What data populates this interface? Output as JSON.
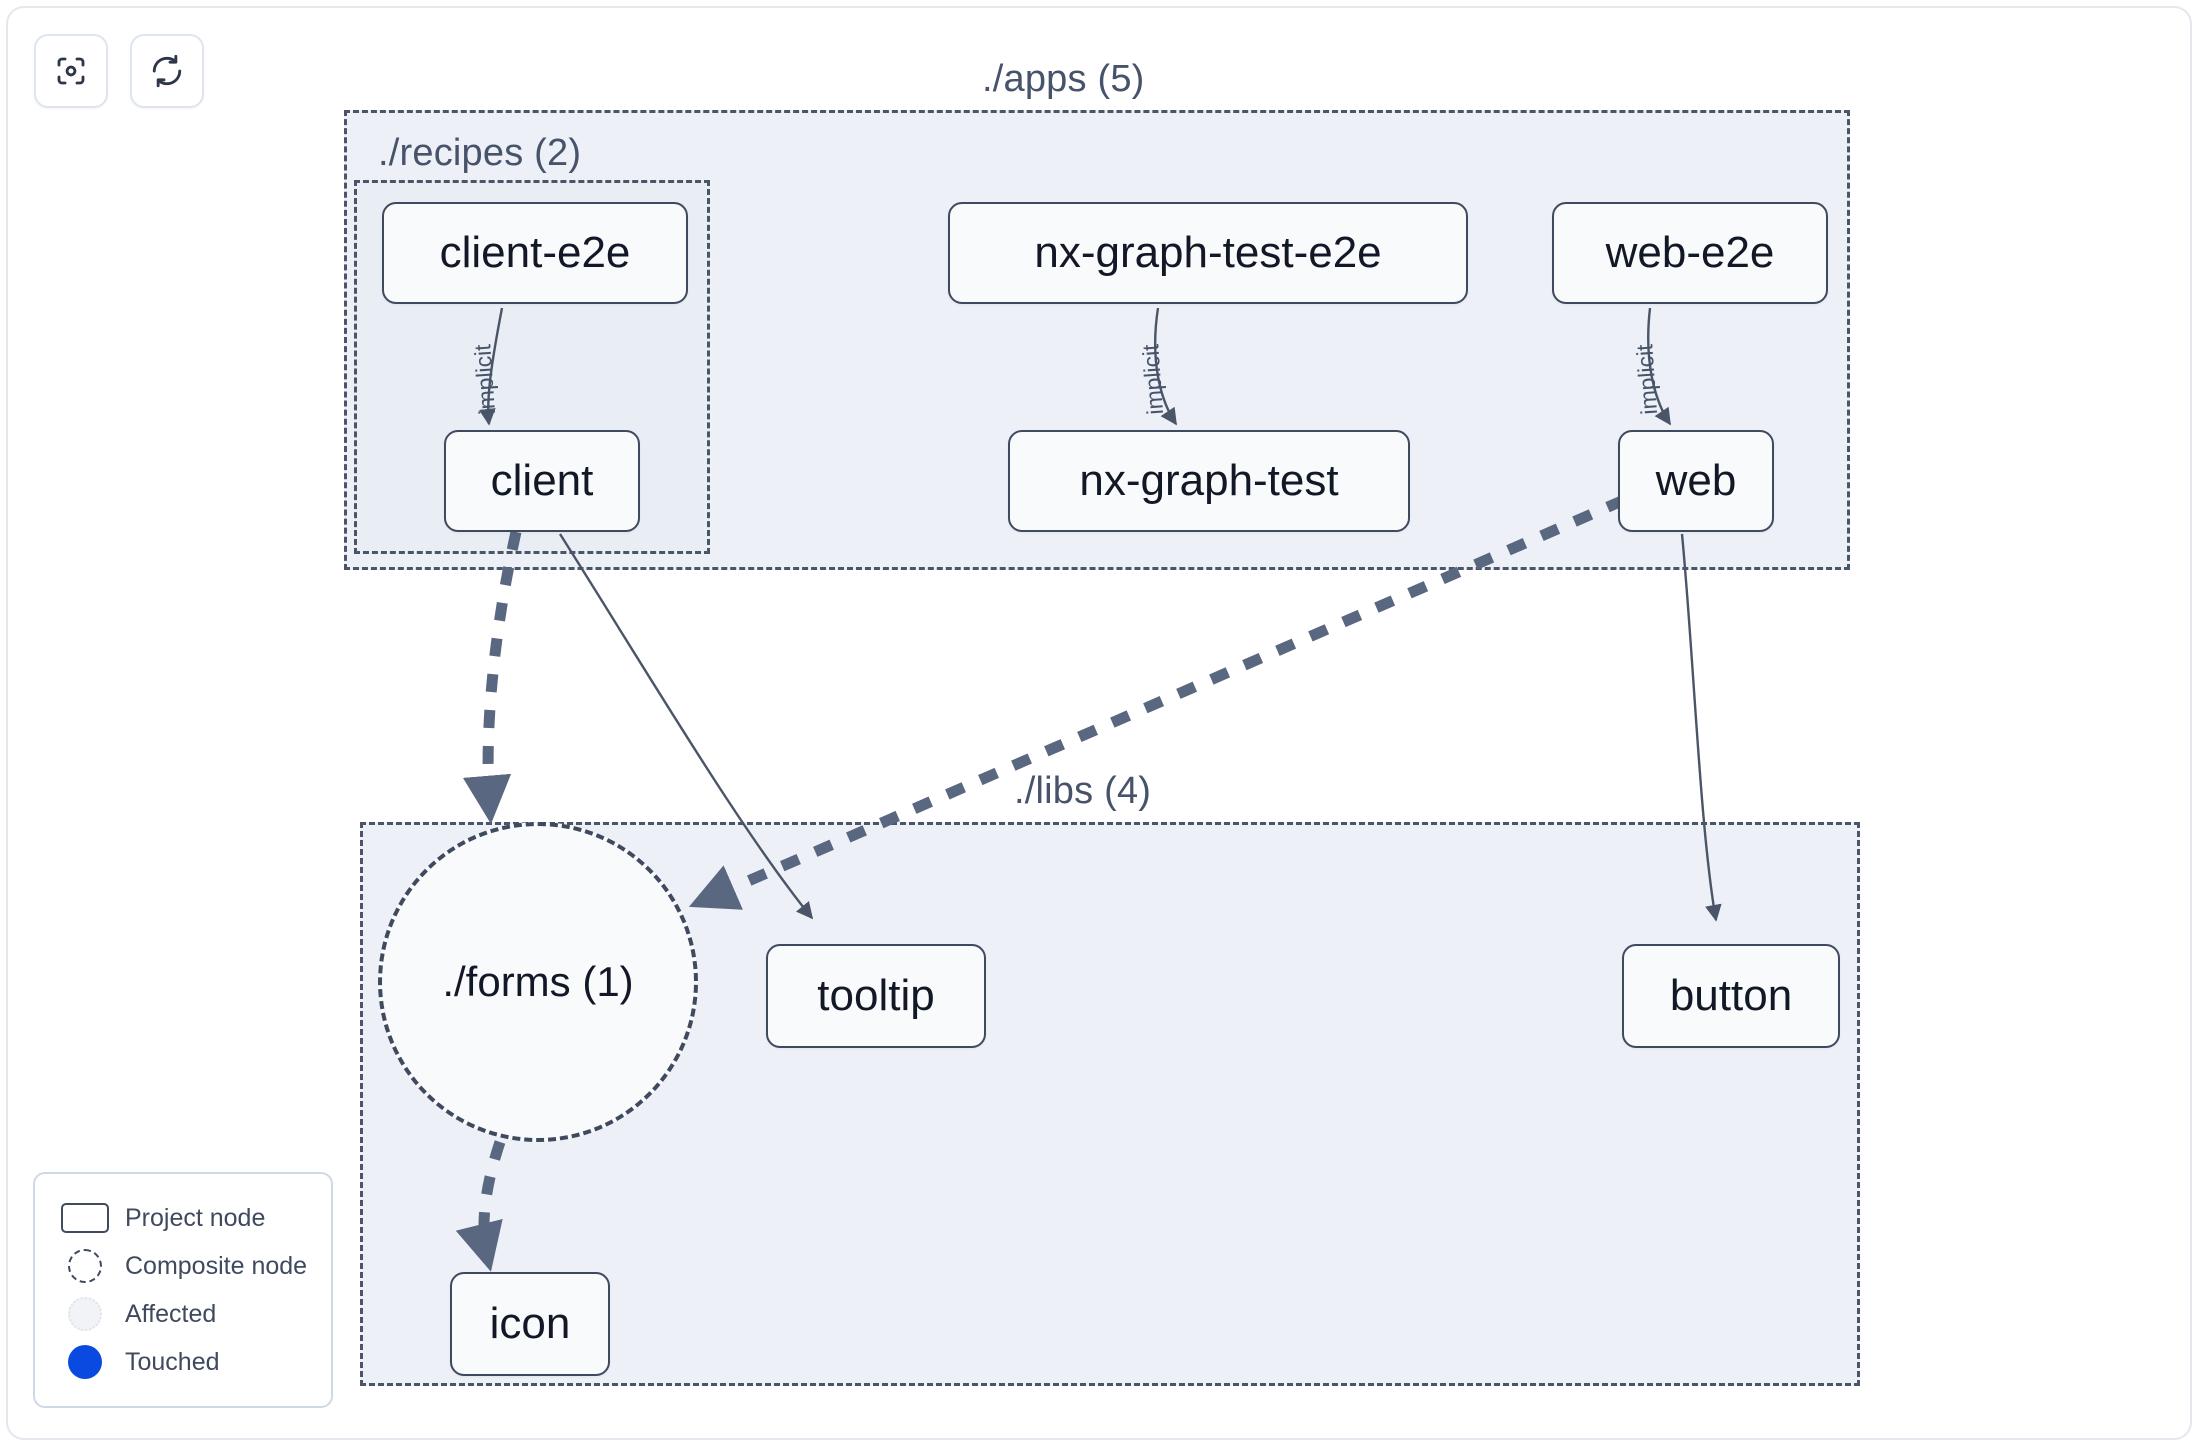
{
  "toolbar": {
    "buttons": [
      {
        "name": "focus-graph-button",
        "icon": "focus-target-icon",
        "tooltip": "Focus graph"
      },
      {
        "name": "refresh-graph-button",
        "icon": "refresh-icon",
        "tooltip": "Refresh graph"
      }
    ]
  },
  "graph": {
    "groups": [
      {
        "id": "apps",
        "label": "./apps (5)",
        "count": 5
      },
      {
        "id": "recipes",
        "label": "./recipes (2)",
        "count": 2
      },
      {
        "id": "libs",
        "label": "./libs (4)",
        "count": 4
      }
    ],
    "nodes": [
      {
        "id": "client-e2e",
        "label": "client-e2e",
        "type": "project",
        "group": "recipes"
      },
      {
        "id": "client",
        "label": "client",
        "type": "project",
        "group": "recipes"
      },
      {
        "id": "nx-graph-test-e2e",
        "label": "nx-graph-test-e2e",
        "type": "project",
        "group": "apps"
      },
      {
        "id": "nx-graph-test",
        "label": "nx-graph-test",
        "type": "project",
        "group": "apps"
      },
      {
        "id": "web-e2e",
        "label": "web-e2e",
        "type": "project",
        "group": "apps"
      },
      {
        "id": "web",
        "label": "web",
        "type": "project",
        "group": "apps"
      },
      {
        "id": "forms",
        "label": "./forms (1)",
        "type": "composite",
        "group": "libs"
      },
      {
        "id": "tooltip",
        "label": "tooltip",
        "type": "project",
        "group": "libs"
      },
      {
        "id": "button",
        "label": "button",
        "type": "project",
        "group": "libs"
      },
      {
        "id": "icon",
        "label": "icon",
        "type": "project",
        "group": "libs"
      }
    ],
    "edges": [
      {
        "from": "client-e2e",
        "to": "client",
        "label": "implicit",
        "style": "solid"
      },
      {
        "from": "nx-graph-test-e2e",
        "to": "nx-graph-test",
        "label": "implicit",
        "style": "solid"
      },
      {
        "from": "web-e2e",
        "to": "web",
        "label": "implicit",
        "style": "solid"
      },
      {
        "from": "client",
        "to": "forms",
        "label": "",
        "style": "dashed"
      },
      {
        "from": "client",
        "to": "tooltip",
        "label": "",
        "style": "solid"
      },
      {
        "from": "web",
        "to": "forms",
        "label": "",
        "style": "dashed"
      },
      {
        "from": "web",
        "to": "button",
        "label": "",
        "style": "solid"
      },
      {
        "from": "forms",
        "to": "icon",
        "label": "",
        "style": "dashed"
      }
    ]
  },
  "legend": {
    "items": [
      {
        "swatch": "project-node-swatch",
        "label": "Project node"
      },
      {
        "swatch": "composite-node-swatch",
        "label": "Composite node"
      },
      {
        "swatch": "affected-swatch",
        "label": "Affected"
      },
      {
        "swatch": "touched-swatch",
        "label": "Touched"
      }
    ]
  },
  "colors": {
    "group_background": "#edf0f6",
    "node_border": "#3f4a5f",
    "node_fill": "#f8fafc",
    "edge": "#4a5568",
    "text": "#121826",
    "muted_text": "#46536b",
    "touched": "#0b4ae0",
    "frame_border": "#e3e8ef"
  }
}
